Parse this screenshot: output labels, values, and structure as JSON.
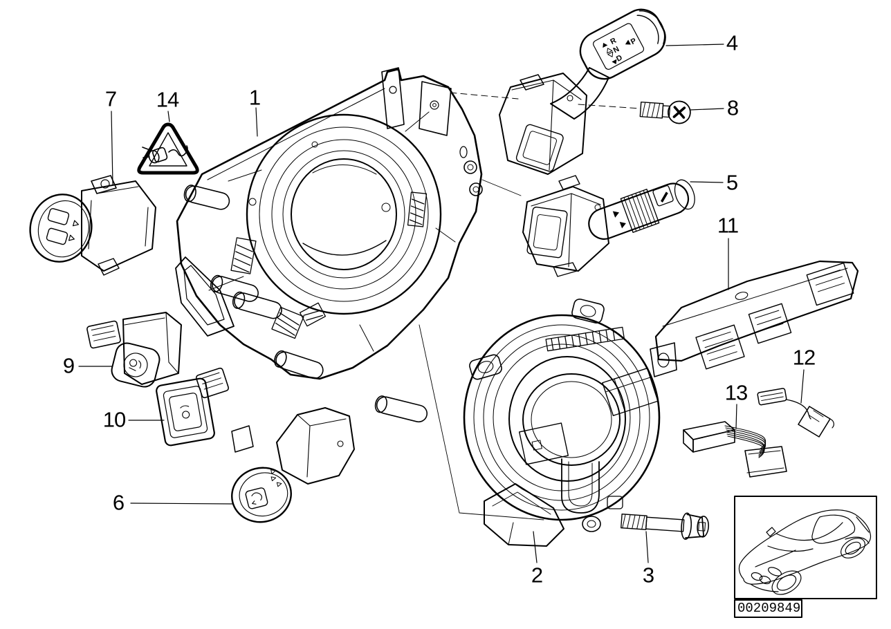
{
  "diagram": {
    "background": "#ffffff",
    "ink": "#000000",
    "part_code": "00209849",
    "callouts": [
      {
        "label": "1"
      },
      {
        "label": "2"
      },
      {
        "label": "3"
      },
      {
        "label": "4"
      },
      {
        "label": "5"
      },
      {
        "label": "6"
      },
      {
        "label": "7"
      },
      {
        "label": "8"
      },
      {
        "label": "9"
      },
      {
        "label": "10"
      },
      {
        "label": "11"
      },
      {
        "label": "12"
      },
      {
        "label": "13"
      },
      {
        "label": "14"
      }
    ],
    "gear_selector_markings": {
      "reverse": "R",
      "neutral": "N",
      "drive": "D",
      "park": "P"
    }
  }
}
